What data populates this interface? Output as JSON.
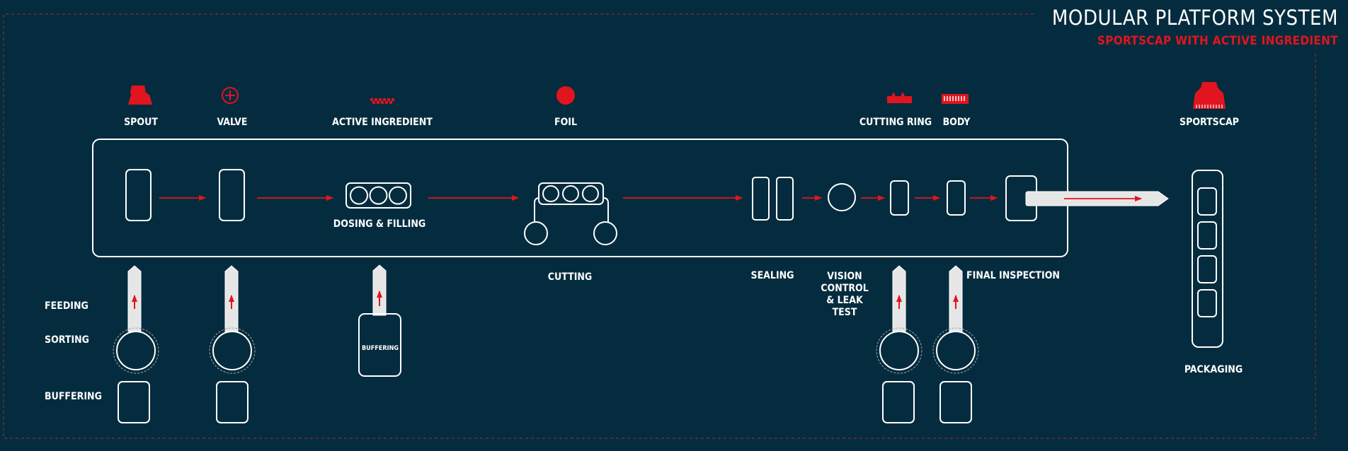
{
  "header": {
    "title": "MODULAR PLATFORM SYSTEM",
    "subtitle": "SPORTSCAP WITH ACTIVE INGREDIENT"
  },
  "components": {
    "spout": "SPOUT",
    "valve": "VALVE",
    "active_ingredient": "ACTIVE INGREDIENT",
    "foil": "FOIL",
    "cutting_ring": "CUTTING RING",
    "body": "BODY",
    "sportscap": "SPORTSCAP"
  },
  "stations": {
    "dosing_filling": "DOSING & FILLING",
    "cutting": "CUTTING",
    "sealing": "SEALING",
    "vision_1": "VISION",
    "vision_2": "CONTROL",
    "vision_3": "& LEAK",
    "vision_4": "TEST",
    "final_inspection": "FINAL INSPECTION",
    "packaging": "PACKAGING"
  },
  "feeding_rows": {
    "feeding": "FEEDING",
    "sorting": "SORTING",
    "buffering": "BUFFERING",
    "buffer_unit": "BUFFERING"
  },
  "colors": {
    "background": "#052c3e",
    "line": "#ffffff",
    "accent": "#e1141f"
  }
}
